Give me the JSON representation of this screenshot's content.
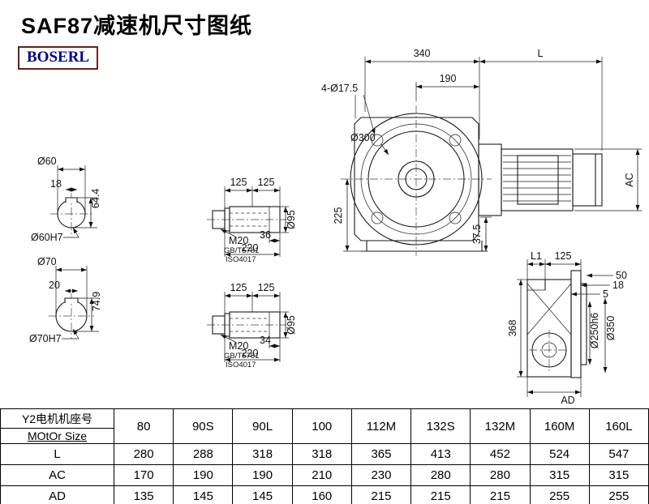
{
  "title": "SAF87减速机尺寸图纸",
  "logo": "BOSERL",
  "front_view": {
    "dim_340": "340",
    "dim_L": "L",
    "dim_190": "190",
    "dim_bolt_holes": "4-Ø17.5",
    "dim_flange": "Ø300",
    "dim_225": "225",
    "dim_37_5": "37.5",
    "dim_AC": "AC"
  },
  "side_view": {
    "dim_L1": "L1",
    "dim_125": "125",
    "dim_50": "50",
    "dim_18": "18",
    "dim_5": "5",
    "dim_368": "368",
    "dim_250": "Ø250h6",
    "dim_350": "Ø350",
    "dim_AD": "AD"
  },
  "shaft_section_1": {
    "dia": "Ø60",
    "key_width": "18",
    "key_height": "64.4",
    "fit": "Ø60H7"
  },
  "shaft_section_2": {
    "dia": "Ø70",
    "key_width": "20",
    "key_height": "74.9",
    "fit": "Ø70H7"
  },
  "shaft_detail_1": {
    "dim_125a": "125",
    "dim_125b": "125",
    "thread": "M20",
    "std_gb": "GB/T5781",
    "std_iso": "ISO4017",
    "dim_end": "36",
    "dim_total": "220",
    "dia": "Ø95"
  },
  "shaft_detail_2": {
    "dim_125a": "125",
    "dim_125b": "125",
    "thread": "M20",
    "std_gb": "GB/T5781",
    "std_iso": "ISO4017",
    "dim_end": "34",
    "dim_total": "220",
    "dia": "Ø95"
  },
  "table": {
    "header_cn": "Y2电机机座号",
    "header_en": "MOtOr Size",
    "frame_sizes": [
      "80",
      "90S",
      "90L",
      "100",
      "112M",
      "132S",
      "132M",
      "160M",
      "160L"
    ],
    "rows": [
      {
        "label": "L",
        "values": [
          "280",
          "288",
          "318",
          "318",
          "365",
          "413",
          "452",
          "524",
          "547"
        ]
      },
      {
        "label": "AC",
        "values": [
          "170",
          "190",
          "190",
          "210",
          "230",
          "280",
          "280",
          "315",
          "315"
        ]
      },
      {
        "label": "AD",
        "values": [
          "135",
          "145",
          "145",
          "160",
          "215",
          "215",
          "215",
          "255",
          "255"
        ]
      }
    ]
  }
}
